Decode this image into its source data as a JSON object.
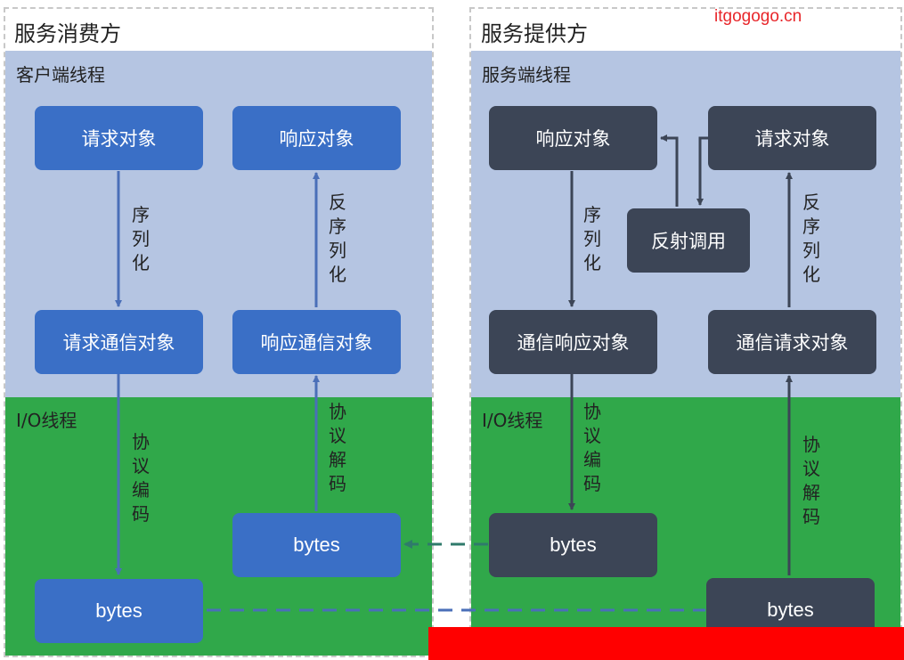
{
  "watermark": "itgogogo.cn",
  "colors": {
    "blue_box": "#3a6fc6",
    "dark_box": "#3c4556",
    "thread_zone": "#b5c5e2",
    "io_zone": "#30a84a",
    "arrow": "#4a6fb8",
    "redaction": "#ff0000"
  },
  "consumer": {
    "title": "服务消费方",
    "thread_label": "客户端线程",
    "io_label": "I/O线程",
    "boxes": {
      "request_object": "请求对象",
      "response_object": "响应对象",
      "request_comm_object": "请求通信对象",
      "response_comm_object": "响应通信对象",
      "bytes_in": "bytes",
      "bytes_out": "bytes"
    },
    "arrows": {
      "serialize": "序列化",
      "deserialize": "反序列化",
      "encode": "协议编码",
      "decode": "协议解码"
    }
  },
  "provider": {
    "title": "服务提供方",
    "thread_label": "服务端线程",
    "io_label": "I/O线程",
    "boxes": {
      "response_object": "响应对象",
      "request_object": "请求对象",
      "reflection_call": "反射调用",
      "response_comm_object": "通信响应对象",
      "request_comm_object": "通信请求对象",
      "bytes_out": "bytes",
      "bytes_in": "bytes"
    },
    "arrows": {
      "serialize": "序列化",
      "deserialize": "反序列化",
      "encode": "协议编码",
      "decode": "协议解码"
    }
  }
}
